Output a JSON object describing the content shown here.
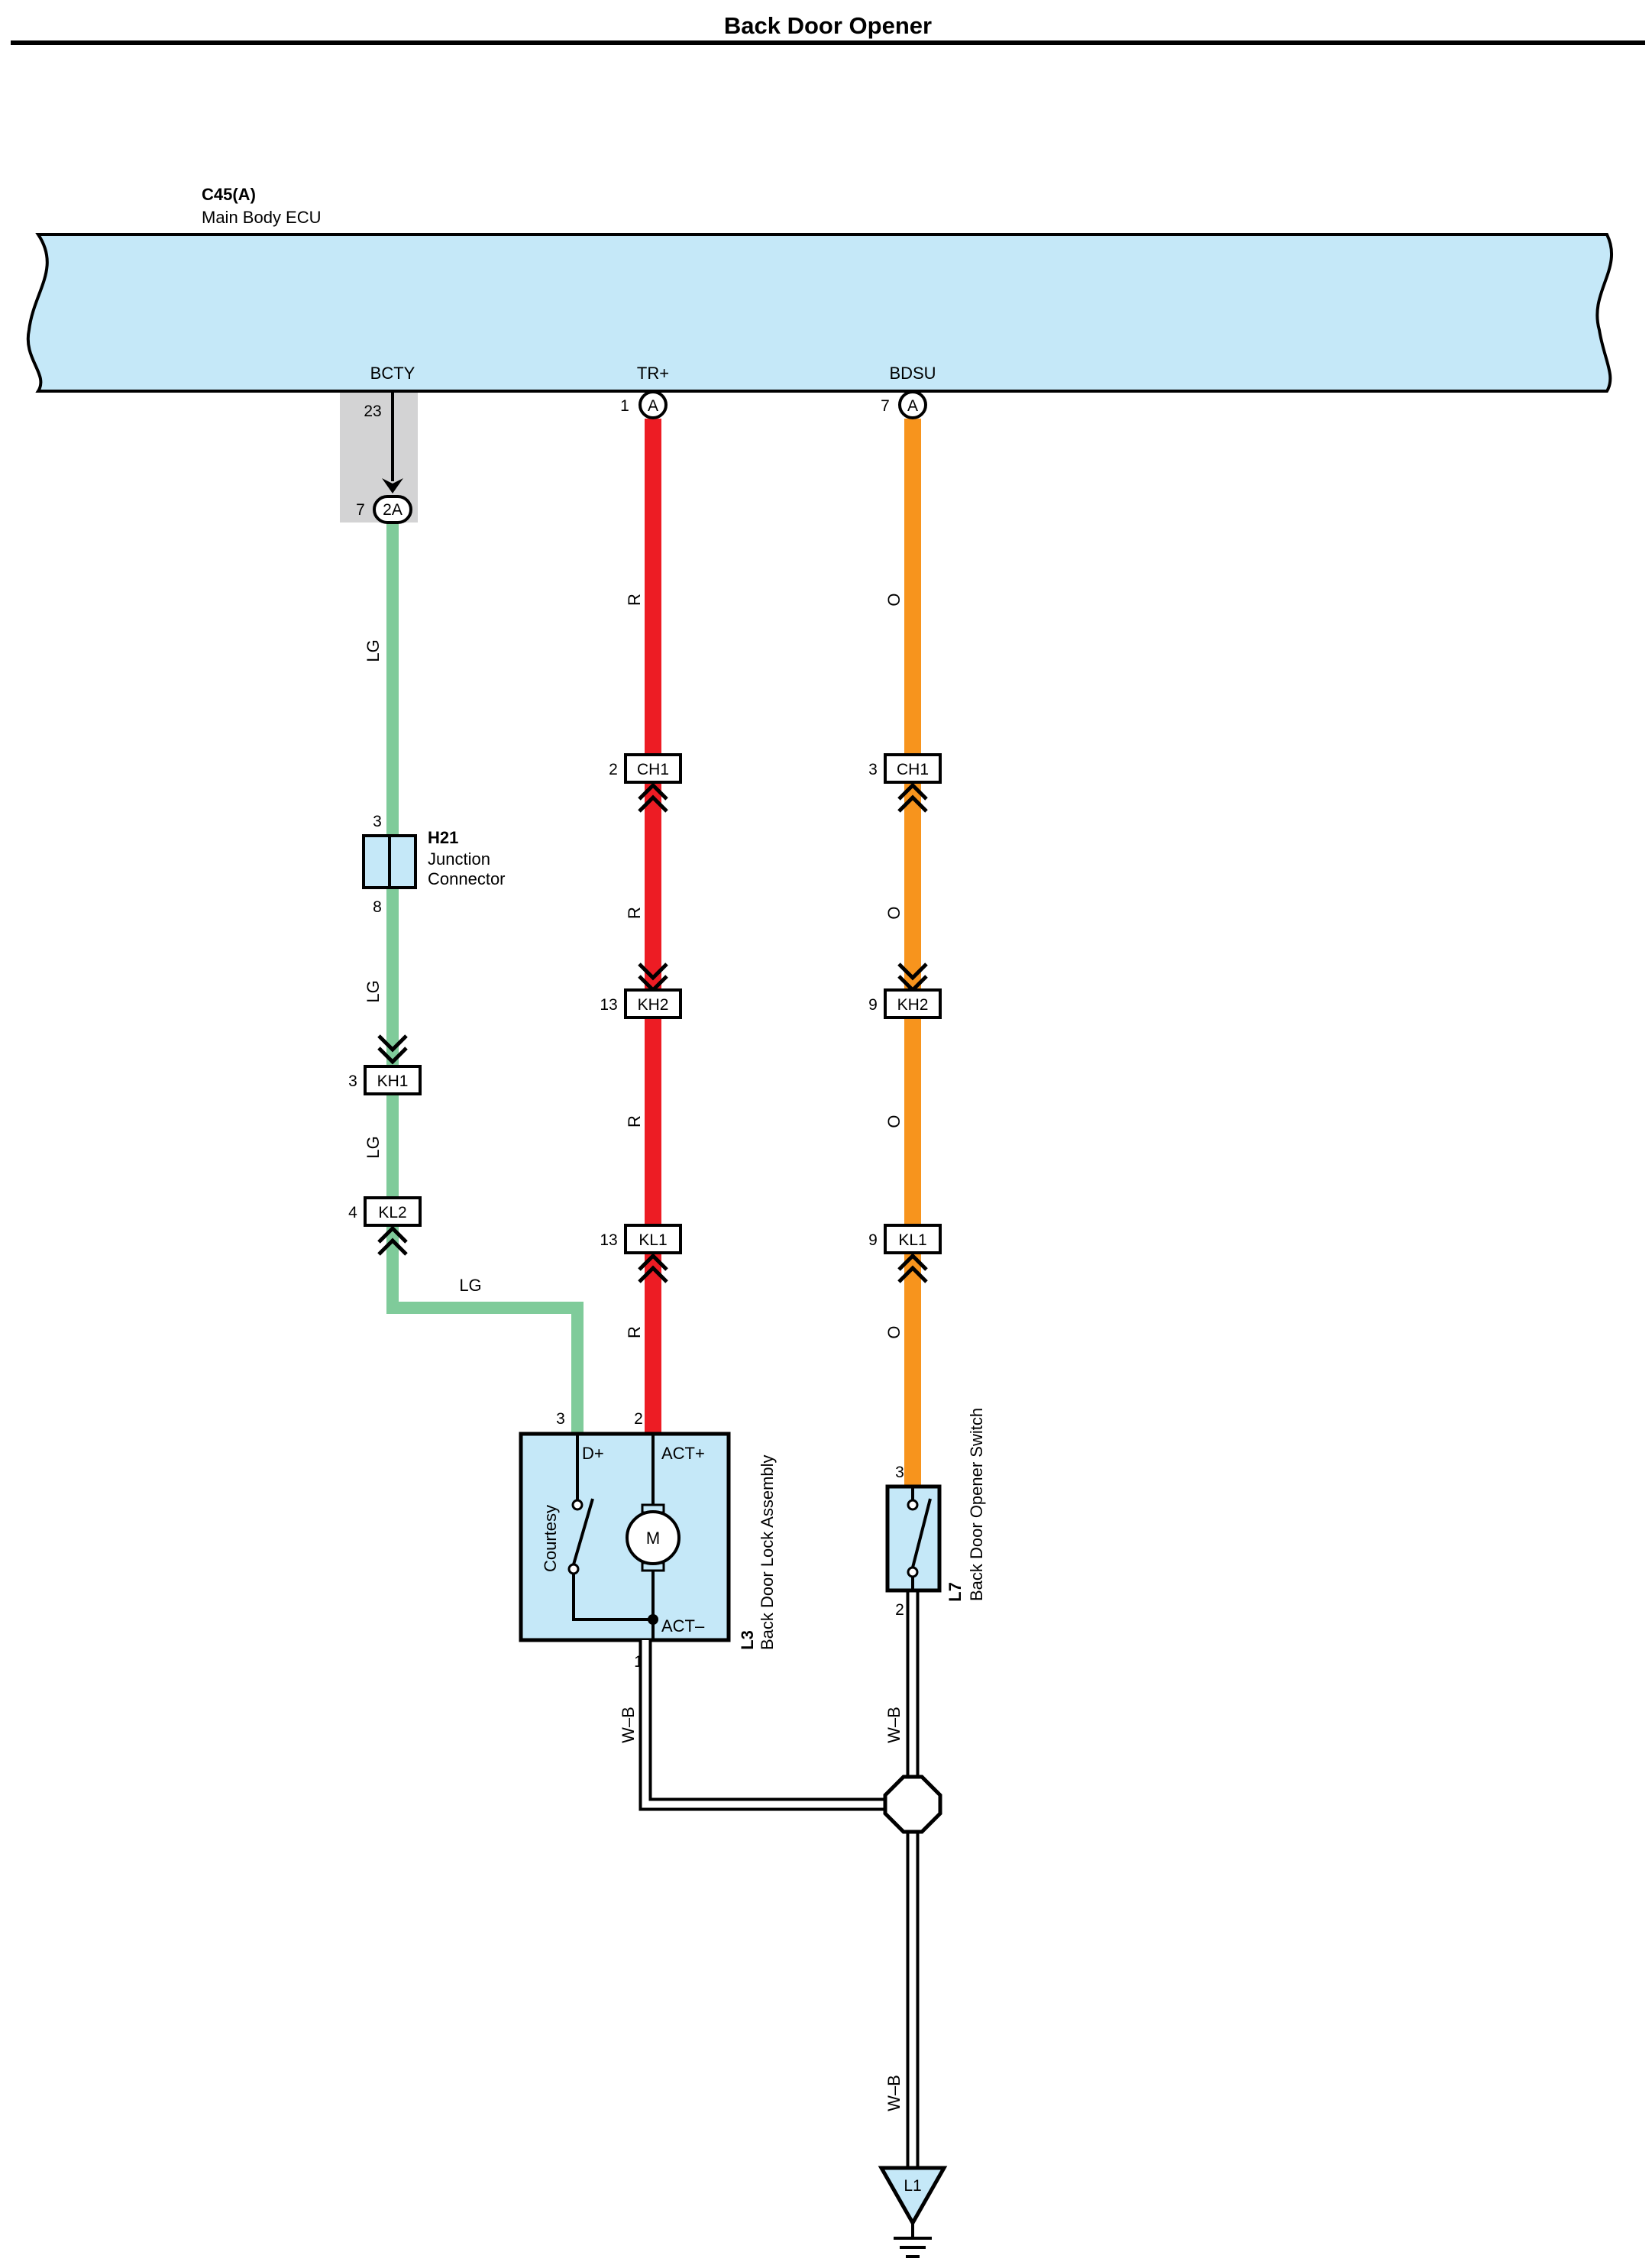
{
  "title": "Back Door Opener",
  "ecu": {
    "code": "C45(A)",
    "name": "Main Body ECU",
    "fill_color": "#c5e8f8",
    "terminals": [
      {
        "name": "BCTY",
        "pin": "23"
      },
      {
        "name": "TR+",
        "pin": "1",
        "connector": "A"
      },
      {
        "name": "BDSU",
        "pin": "7",
        "connector": "A"
      }
    ]
  },
  "wire_colors": {
    "LG": "#7fcb9a",
    "R": "#ed1c24",
    "O": "#f7941d",
    "W-B": "#ffffff"
  },
  "wire_labels": {
    "lg": "LG",
    "r": "R",
    "o": "O",
    "wb": "W–B"
  },
  "bcty_circuit": {
    "splice": {
      "pin": "7",
      "label": "2A"
    },
    "junction": {
      "code": "H21",
      "name_line1": "Junction",
      "name_line2": "Connector",
      "pin_in": "3",
      "pin_out": "8"
    },
    "connectors": [
      {
        "pin": "3",
        "label": "KH1"
      },
      {
        "pin": "4",
        "label": "KL2"
      }
    ]
  },
  "tr_circuit": {
    "connectors": [
      {
        "pin": "2",
        "label": "CH1"
      },
      {
        "pin": "13",
        "label": "KH2"
      },
      {
        "pin": "13",
        "label": "KL1"
      }
    ]
  },
  "bdsu_circuit": {
    "connectors": [
      {
        "pin": "3",
        "label": "CH1"
      },
      {
        "pin": "9",
        "label": "KH2"
      },
      {
        "pin": "9",
        "label": "KL1"
      }
    ]
  },
  "lock_assembly": {
    "code": "L3",
    "name": "Back Door Lock Assembly",
    "switch_label": "Courtesy",
    "motor_label": "M",
    "terminals": {
      "d_plus": "D+",
      "act_plus": "ACT+",
      "act_minus": "ACT–"
    },
    "pins": {
      "d_plus": "3",
      "act_plus": "2",
      "act_minus": "1"
    }
  },
  "opener_switch": {
    "code": "L7",
    "name": "Back Door Opener Switch",
    "pin_in": "3",
    "pin_out": "2"
  },
  "ground": {
    "label": "L1"
  }
}
